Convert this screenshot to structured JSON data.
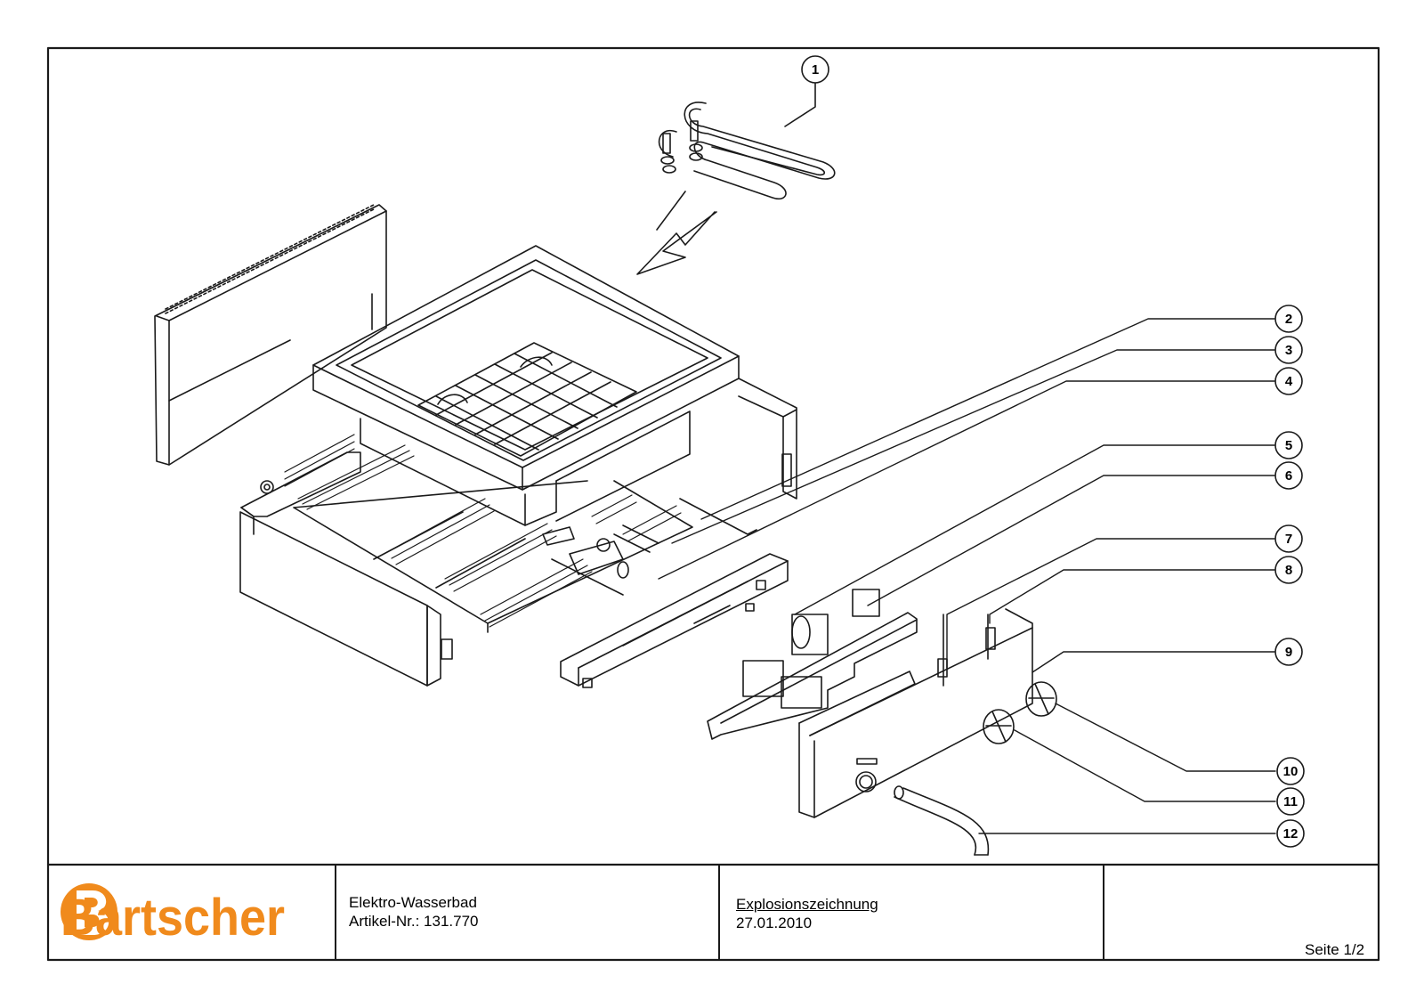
{
  "drawing": {
    "callouts": [
      "1",
      "2",
      "3",
      "4",
      "5",
      "6",
      "7",
      "8",
      "9",
      "10",
      "11",
      "12"
    ]
  },
  "title_block": {
    "brand": "Bartscher",
    "product_name": "Elektro-Wasserbad",
    "article_number": "Artikel-Nr.: 131.770",
    "drawing_type": "Explosionszeichnung",
    "date": "27.01.2010",
    "page": "Seite 1/2"
  },
  "colors": {
    "line": "#1a1a1a",
    "brand_orange": "#f08a1c"
  }
}
